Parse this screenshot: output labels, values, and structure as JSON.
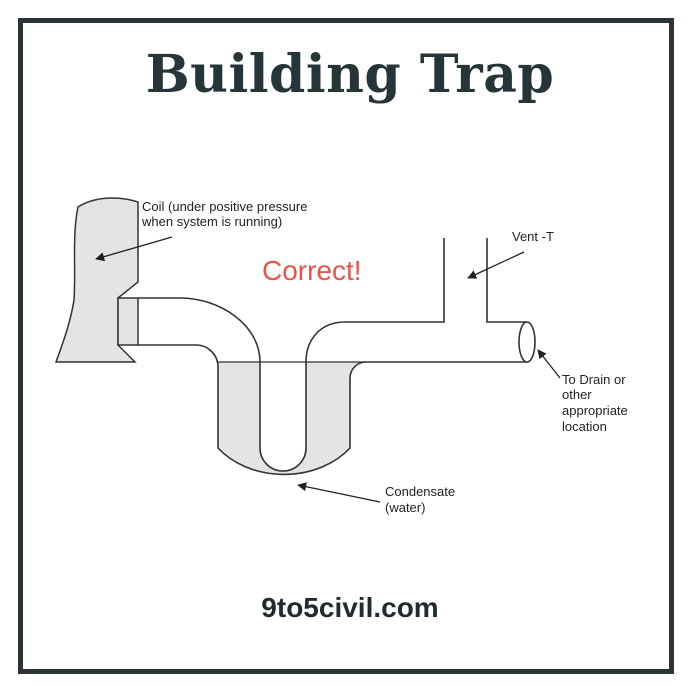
{
  "title": "Building Trap",
  "footer": "9to5civil.com",
  "diagram": {
    "status_text": "Correct!",
    "coil_label": [
      "Coil (under positive pressure",
      "when system is running)"
    ],
    "vent_label": "Vent -T",
    "drain_label": [
      "To Drain or",
      "other",
      "appropriate",
      "location"
    ],
    "condensate_label": [
      "Condensate",
      "(water)"
    ]
  },
  "colors": {
    "frame": "#2b3437",
    "title": "#253538",
    "correct": "#e8534d",
    "fill": "#e4e4e4",
    "line": "#333333"
  }
}
